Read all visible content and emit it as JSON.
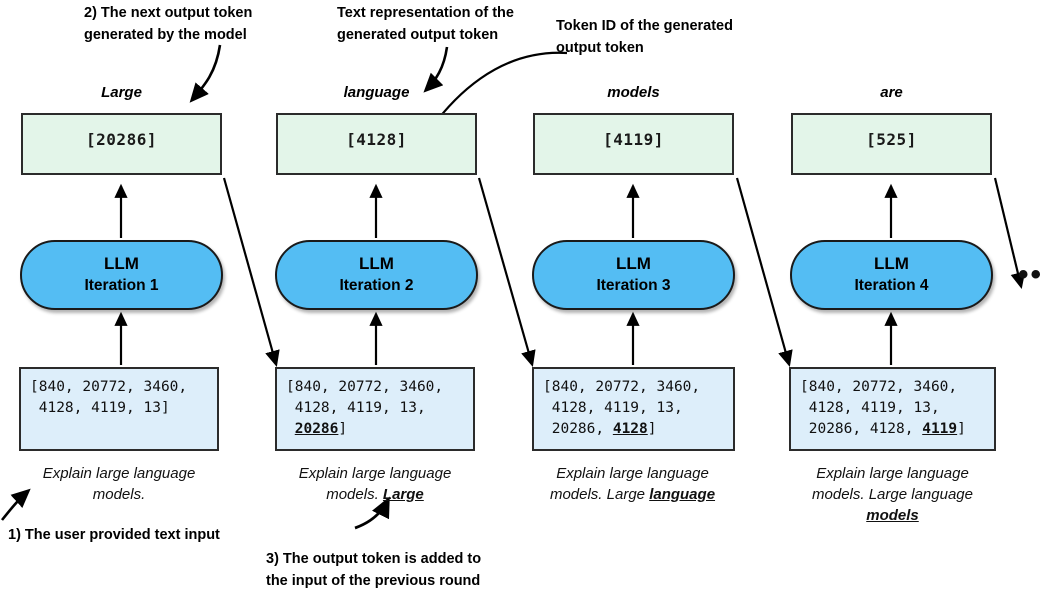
{
  "annotations": {
    "note_next_token": "2) The next output token\ngenerated by the model",
    "note_text_repr": "Text representation of the\ngenerated output token",
    "note_token_id": "Token ID of the generated\noutput token",
    "note_user_input": "1) The user provided text input",
    "note_added_to_input": "3) The output token is added to\nthe input of the previous round"
  },
  "columns": [
    {
      "token_word": "Large",
      "token_id_display": "[20286]",
      "llm_title": "LLM",
      "llm_subtitle": "Iteration 1",
      "input_ids_html": "[840, 20772, 3460,\n 4128, 4119, 13]",
      "caption_html": "Explain large language<br>models."
    },
    {
      "token_word": "language",
      "token_id_display": "[4128]",
      "llm_title": "LLM",
      "llm_subtitle": "Iteration 2",
      "input_ids_html": "[840, 20772, 3460,\n 4128, 4119, 13,\n <b>20286</b>]",
      "caption_html": "Explain large language<br>models. <b>Large</b>"
    },
    {
      "token_word": "models",
      "token_id_display": "[4119]",
      "llm_title": "LLM",
      "llm_subtitle": "Iteration 3",
      "input_ids_html": "[840, 20772, 3460,\n 4128, 4119, 13,\n 20286, <b>4128</b>]",
      "caption_html": "Explain large language<br>models. Large <b>language</b>"
    },
    {
      "token_word": "are",
      "token_id_display": "[525]",
      "llm_title": "LLM",
      "llm_subtitle": "Iteration 4",
      "input_ids_html": "[840, 20772, 3460,\n 4128, 4119, 13,\n 20286, 4128, <b>4119</b>]",
      "caption_html": "Explain large language<br>models. Large language<br><b>models</b>"
    }
  ],
  "continuation": "•••",
  "colors": {
    "output_box_fill": "#e3f5e9",
    "llm_fill": "#54bdf3",
    "input_box_fill": "#ddeefa",
    "stroke": "#1a1a1a",
    "background": "#ffffff"
  }
}
